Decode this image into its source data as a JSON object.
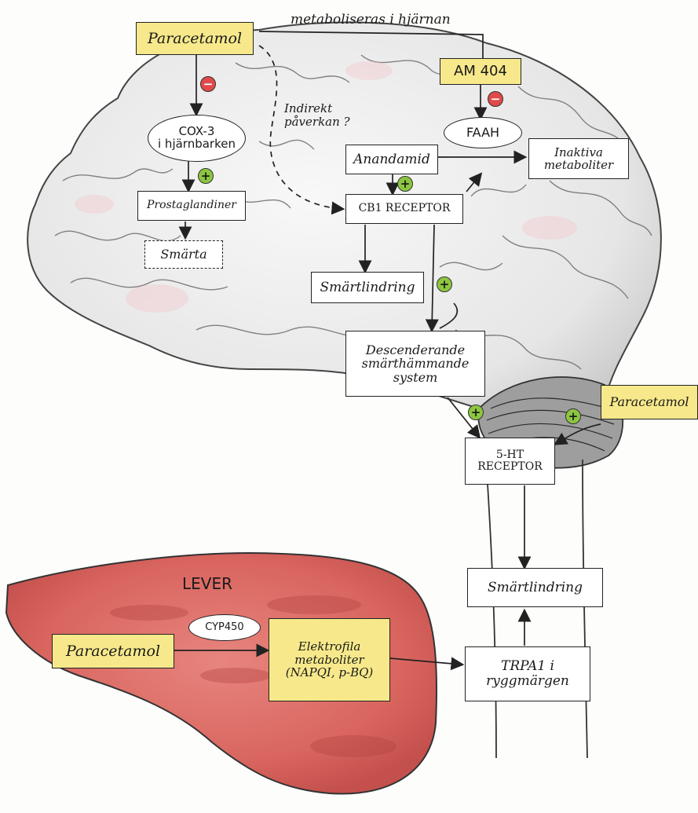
{
  "colors": {
    "brain_fill": "#ececec",
    "brain_line": "#555555",
    "liver_fill": "#d9655f",
    "highlight": "#f7e98b",
    "inhibit": "#e04a4a",
    "stimulate": "#8cc63f"
  },
  "brain": {
    "paracetamol_top": "Paracetamol",
    "metaboliseras": "metaboliseras i hjärnan",
    "am404": "AM 404",
    "faah": "FAAH",
    "inaktiva": "Inaktiva\nmetaboliter",
    "indirekt": "Indirekt\npåverkan ?",
    "cox3": "COX-3\ni hjärnbarken",
    "prostaglandiner": "Prostaglandiner",
    "smarta": "Smärta",
    "anandamid": "Anandamid",
    "cb1": "CB1 RECEPTOR",
    "smartlindring_brain": "Smärtlindring",
    "descenderande": "Descenderande\nsmärthämmande\nsystem",
    "paracetamol_right": "Paracetamol"
  },
  "spine": {
    "ht5": "5-HT\nRECEPTOR",
    "smartlindring_spine": "Smärtlindring",
    "trpa1": "TRPA1 i\nryggmärgen"
  },
  "liver": {
    "title": "LEVER",
    "cyp450": "CYP450",
    "paracetamol_liver": "Paracetamol",
    "elektrofila": "Elektrofila\nmetaboliter\n(NAPQI, p-BQ)"
  },
  "signs": {
    "minus": "−",
    "plus": "+"
  }
}
